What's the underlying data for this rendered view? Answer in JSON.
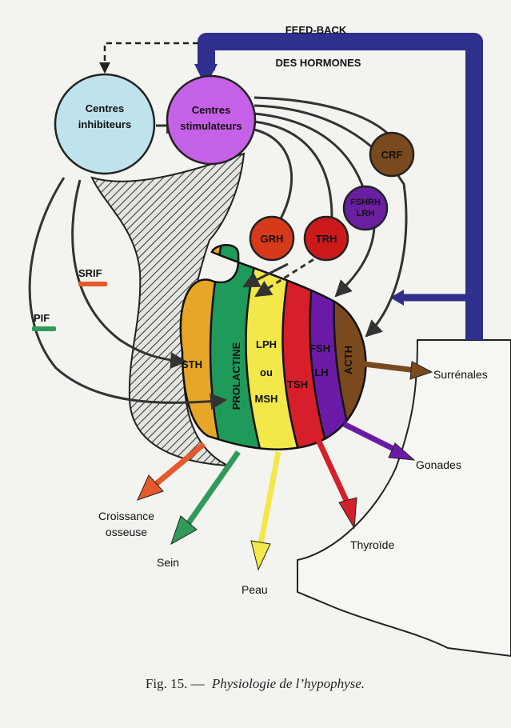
{
  "feedback": {
    "line1": "FEED-BACK",
    "line2": "DES HORMONES"
  },
  "centres": {
    "inhib_l1": "Centres",
    "inhib_l2": "inhibiteurs",
    "stim_l1": "Centres",
    "stim_l2": "stimulateurs"
  },
  "releasing": {
    "crf": "CRF",
    "fshrh": "FSHRH",
    "lrh": "LRH",
    "grh": "GRH",
    "trh": "TRH"
  },
  "inhibiting": {
    "srif": "SRIF",
    "pif": "PIF"
  },
  "bands": {
    "sth": "STH",
    "prolactine": "PROLACTINE",
    "lph": "LPH",
    "ou": "ou",
    "msh": "MSH",
    "tsh": "TSH",
    "fsh": "FSH",
    "lh": "LH",
    "acth": "ACTH"
  },
  "targets": {
    "surrenales": "Surrénales",
    "gonades": "Gonades",
    "thyroide": "Thyroïde",
    "peau": "Peau",
    "sein": "Sein",
    "croissance_l1": "Croissance",
    "croissance_l2": "osseuse"
  },
  "caption": {
    "fig": "Fig. 15. —",
    "title": "Physiologie de l’hypophyse."
  },
  "colors": {
    "feedback": "#2f2f8e",
    "inhib": "#bfe3ec",
    "stim": "#c561e6",
    "crf": "#7a4a1e",
    "fshrh": "#6a1fa0",
    "grh": "#d63a1a",
    "trh": "#cc1a1a",
    "sth": "#e6a628",
    "prolactine": "#1f9a5a",
    "lph": "#f2e84a",
    "tsh": "#d61f2a",
    "fsh": "#6b1aa8",
    "acth": "#7a4a1e",
    "srif": "#e55a2a",
    "pif": "#2f9a5a"
  }
}
